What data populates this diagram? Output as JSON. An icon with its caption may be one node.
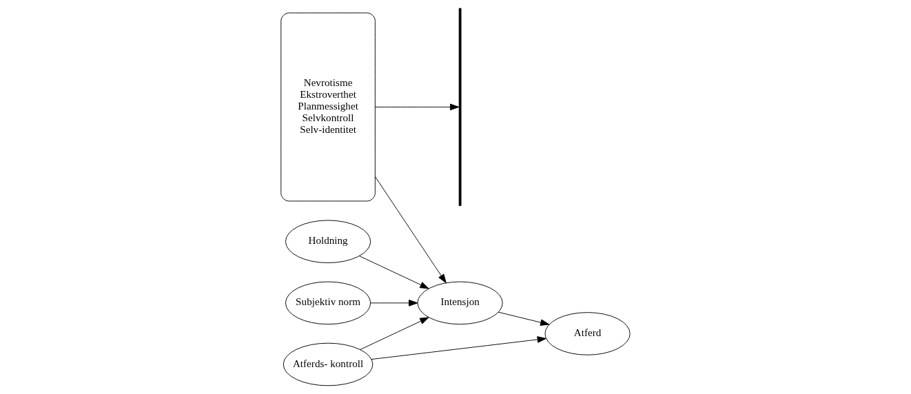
{
  "diagram": {
    "nodes": [
      {
        "text": [
          "Nevrotisme",
          "Ekstroverthet",
          "Planmessighet",
          "Selvkontroll",
          "Selv-identitet"
        ]
      },
      {
        "text": [],
        "shape": "arc"
      },
      {
        "text": [
          "Holdning"
        ]
      },
      {
        "text": [
          "Subjektiv norm"
        ]
      },
      {
        "text": [
          "Atferds- kontroll"
        ]
      },
      {
        "text": [
          "Intensjon"
        ]
      },
      {
        "text": [
          "Atferd"
        ]
      }
    ],
    "edges": [
      {
        "from": 0,
        "to": 1,
        "arrow": "to"
      },
      {
        "from": 2,
        "to": 5,
        "arrow": "to"
      },
      {
        "from": 3,
        "to": 5,
        "arrow": "to"
      },
      {
        "from": 4,
        "to": 5,
        "arrow": "to"
      },
      {
        "from": 5,
        "to": 6,
        "arrow": "to"
      },
      {
        "from": 4,
        "to": 6,
        "arrow": "to"
      },
      {
        "from": 0,
        "to": 5,
        "arrow": "to"
      }
    ]
  }
}
